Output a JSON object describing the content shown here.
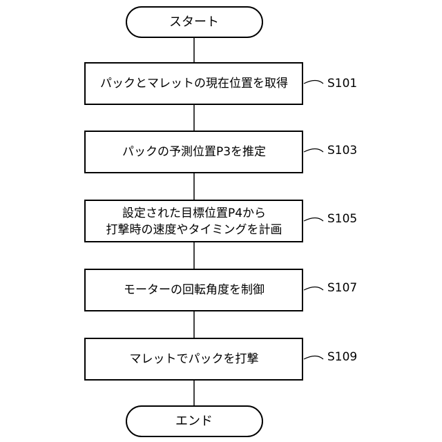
{
  "start": "スタート",
  "end": "エンド",
  "steps": [
    {
      "lines": [
        "パックとマレットの現在位置を取得"
      ],
      "code": "S101"
    },
    {
      "lines": [
        "パックの予測位置P3を推定"
      ],
      "code": "S103"
    },
    {
      "lines": [
        "設定された目標位置P4から",
        "打撃時の速度やタイミングを計画"
      ],
      "code": "S105"
    },
    {
      "lines": [
        "モーターの回転角度を制御"
      ],
      "code": "S107"
    },
    {
      "lines": [
        "マレットでパックを打撃"
      ],
      "code": "S109"
    }
  ]
}
